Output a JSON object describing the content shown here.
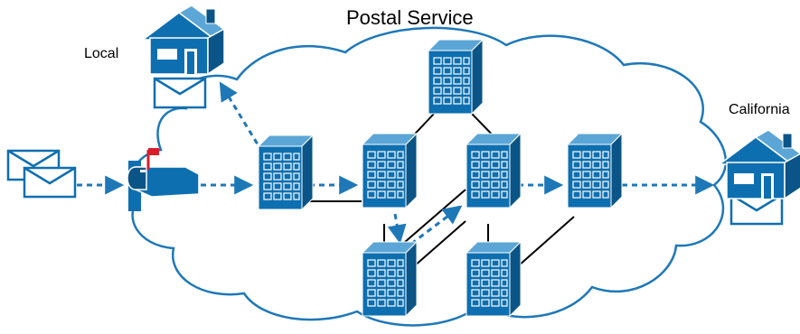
{
  "title": "Postal Service",
  "labels": {
    "local": "Local",
    "california": "California"
  },
  "colors": {
    "blue": "#0E6FB0",
    "dark_blue": "#0A5487",
    "outline": "#1E78B8",
    "flag": "#D81E2B",
    "link": "#000000"
  },
  "icons": [
    "envelope-icon",
    "mailbox-icon",
    "house-icon",
    "building-icon",
    "cloud-shape"
  ]
}
